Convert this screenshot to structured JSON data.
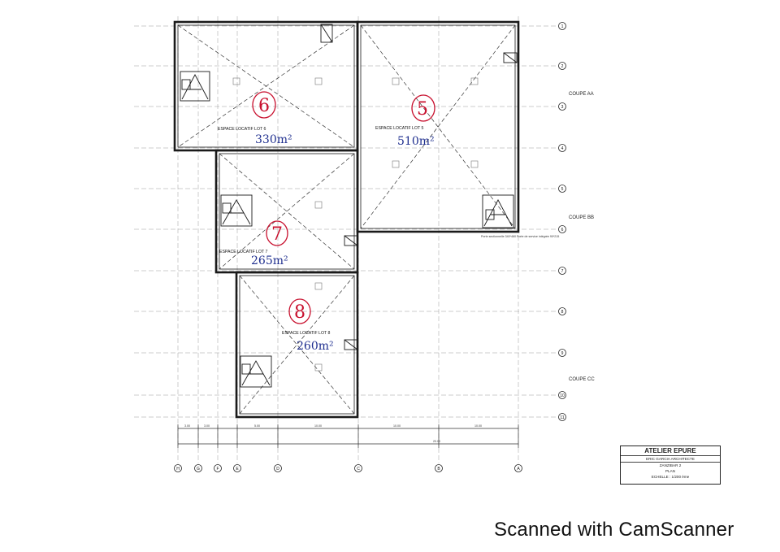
{
  "grid": {
    "rows": [
      "1",
      "2",
      "3",
      "4",
      "5",
      "6",
      "7",
      "8",
      "9",
      "10",
      "11"
    ],
    "cols": [
      "H",
      "G",
      "F",
      "E",
      "D",
      "C",
      "B",
      "A"
    ]
  },
  "sections": {
    "aa": "COUPE AA",
    "bb": "COUPE BB",
    "cc": "COUPE CC"
  },
  "lots": [
    {
      "label": "ESPACE LOCATIF LOT 6",
      "number": "6",
      "area": "330m²"
    },
    {
      "label": "ESPACE LOCATIF LOT 5",
      "number": "5",
      "area": "510m²"
    },
    {
      "label": "ESPACE LOCATIF LOT 7",
      "number": "7",
      "area": "265m²"
    },
    {
      "label": "ESPACE LOCATIF LOT 8",
      "number": "8",
      "area": "260m²"
    }
  ],
  "dims": {
    "d1": "3.00",
    "d2": "3.00",
    "d3": "5.00",
    "d4": "10.00",
    "d5": "10.00",
    "d6": "10.00",
    "d7": "20.00"
  },
  "door_note": "Porte sectionnelle 340*460 Porte de service intégrée 90*215",
  "title_block": {
    "firm": "ATELIER EPURE",
    "architect": "ERIC GARCIA ARCHITECTE",
    "project": "ZANZIBAR 2",
    "sheet": "PLAN",
    "scale": "ECHELLE : 1/200 ème"
  },
  "footer": "Scanned with CamScanner",
  "colors": {
    "ink": "#1a1a1a",
    "grid": "#9a9a9a",
    "hand_red": "#c8102e",
    "hand_blue": "#1f2f8f"
  }
}
